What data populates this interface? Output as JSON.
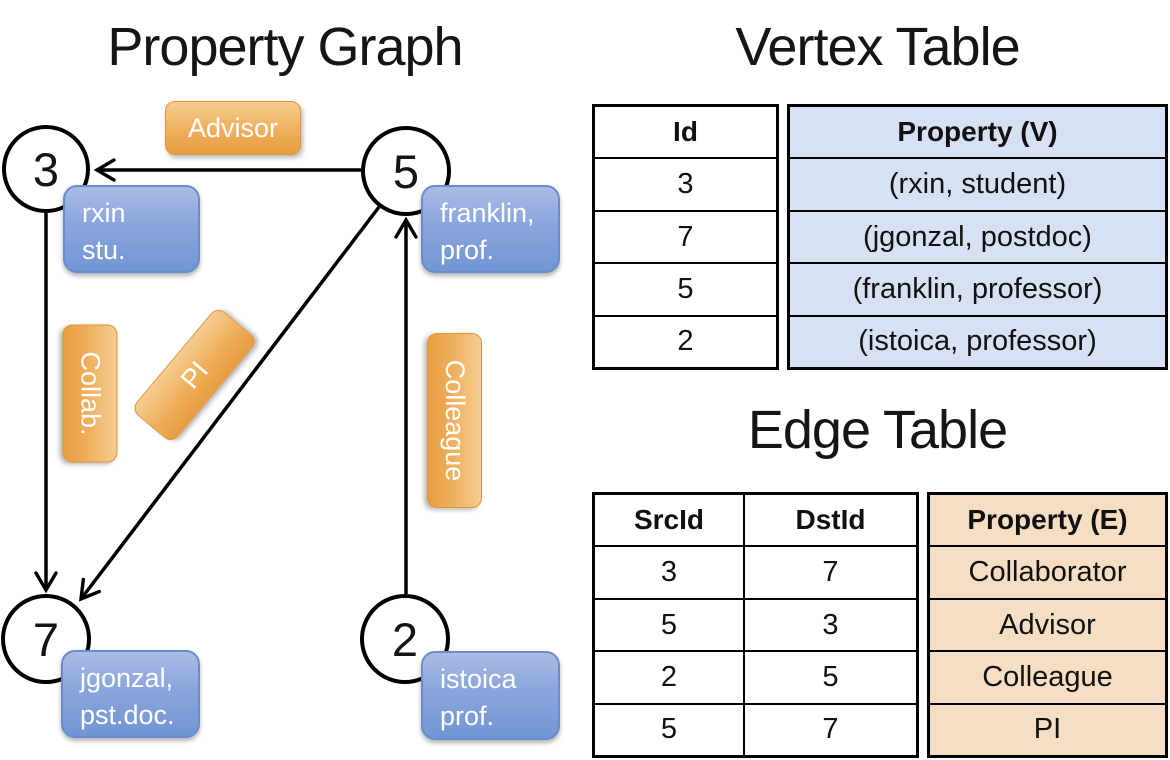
{
  "colors": {
    "edge_label_orange": "#EFAF5C",
    "vertex_label_blue": "#7E9CD8",
    "vertex_property_column_bg": "#D8E1F3",
    "edge_property_column_bg": "#F5DEC3",
    "line_black": "#000000"
  },
  "property_graph": {
    "title": "Property Graph",
    "nodes": [
      {
        "id": "3",
        "label_lines": [
          "rxin",
          "stu."
        ]
      },
      {
        "id": "5",
        "label_lines": [
          "franklin,",
          "prof."
        ]
      },
      {
        "id": "7",
        "label_lines": [
          "jgonzal,",
          "pst.doc."
        ]
      },
      {
        "id": "2",
        "label_lines": [
          "istoica",
          "prof."
        ]
      }
    ],
    "edges": [
      {
        "src": "5",
        "dst": "3",
        "label": "Advisor"
      },
      {
        "src": "3",
        "dst": "7",
        "label": "Collab."
      },
      {
        "src": "5",
        "dst": "7",
        "label": "PI"
      },
      {
        "src": "2",
        "dst": "5",
        "label": "Colleague"
      }
    ]
  },
  "vertex_table": {
    "title": "Vertex Table",
    "headers": {
      "id": "Id",
      "property": "Property (V)"
    },
    "rows": [
      {
        "id": "3",
        "property": "(rxin, student)"
      },
      {
        "id": "7",
        "property": "(jgonzal, postdoc)"
      },
      {
        "id": "5",
        "property": "(franklin, professor)"
      },
      {
        "id": "2",
        "property": "(istoica, professor)"
      }
    ]
  },
  "edge_table": {
    "title": "Edge Table",
    "headers": {
      "src": "SrcId",
      "dst": "DstId",
      "property": "Property (E)"
    },
    "rows": [
      {
        "src": "3",
        "dst": "7",
        "property": "Collaborator"
      },
      {
        "src": "5",
        "dst": "3",
        "property": "Advisor"
      },
      {
        "src": "2",
        "dst": "5",
        "property": "Colleague"
      },
      {
        "src": "5",
        "dst": "7",
        "property": "PI"
      }
    ]
  }
}
